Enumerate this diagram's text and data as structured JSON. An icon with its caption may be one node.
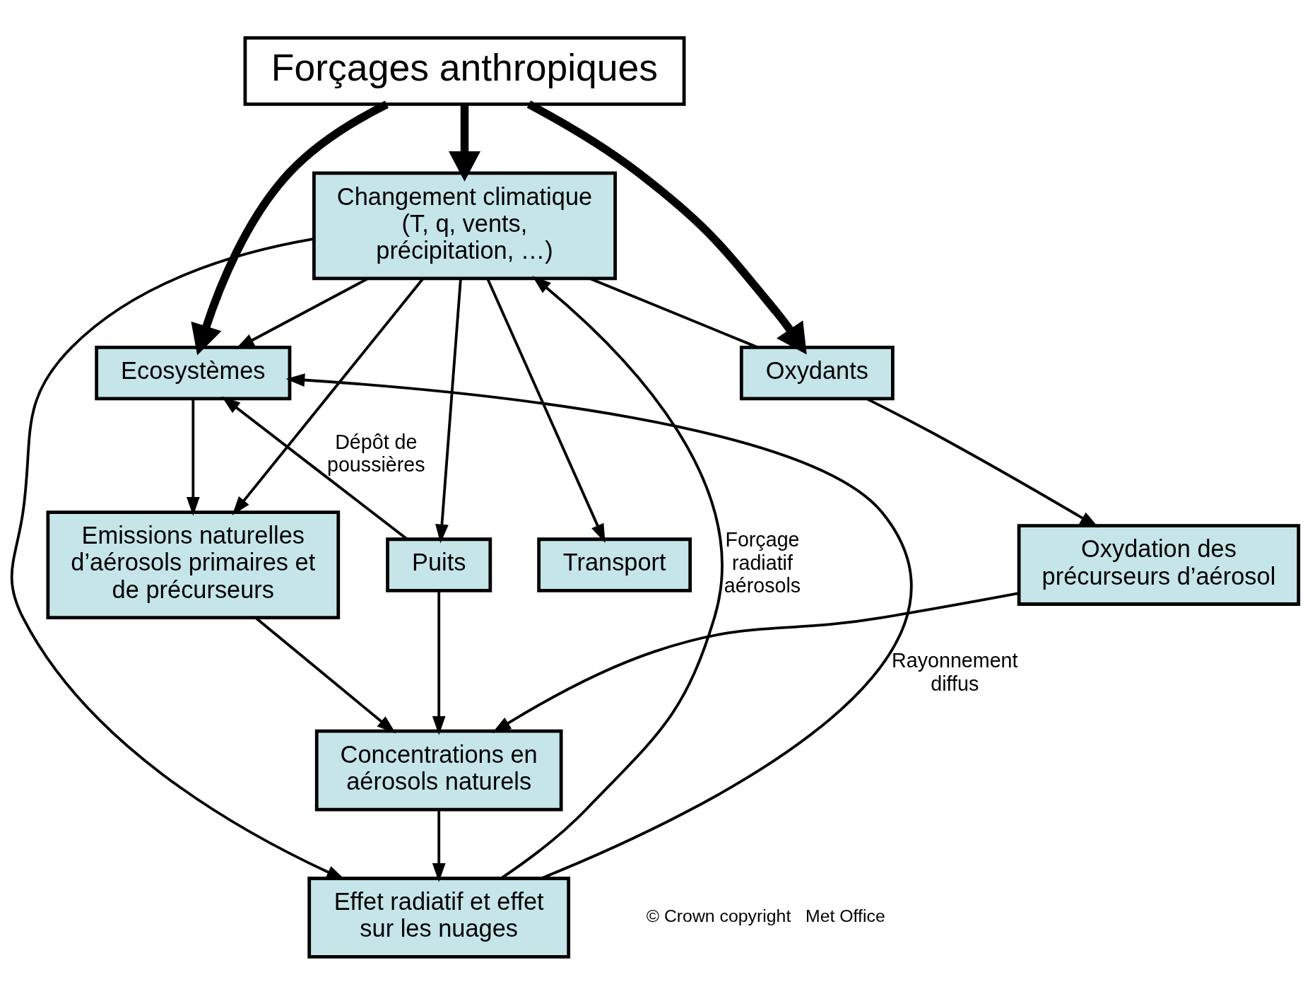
{
  "diagram": {
    "nodes": [
      {
        "text": [
          "Forçages anthropiques"
        ]
      },
      {
        "text": [
          "Changement climatique",
          "(T, q, vents, précipitation, …)"
        ]
      },
      {
        "text": [
          "Ecosystèmes"
        ]
      },
      {
        "text": [
          "Oxydants"
        ]
      },
      {
        "text": [
          "Emissions naturelles d’aérosols primaires et de précurseurs"
        ]
      },
      {
        "text": [
          "Oxydation des précurseurs d’aérosol"
        ]
      },
      {
        "text": [
          "Transport"
        ]
      },
      {
        "text": [
          "Puits"
        ]
      },
      {
        "text": [
          "Concentrations en aérosols naturels"
        ]
      },
      {
        "text": [
          "Effet radiatif et effet sur les nuages"
        ]
      }
    ],
    "edges": [
      {
        "from": 0,
        "to": 2,
        "arrow": "to",
        "style": "thick"
      },
      {
        "from": 0,
        "to": 3,
        "arrow": "to",
        "style": "thick"
      },
      {
        "from": 0,
        "to": 1,
        "arrow": "to",
        "style": "thick"
      },
      {
        "from": 1,
        "to": 2,
        "arrow": "to"
      },
      {
        "from": 1,
        "to": 4,
        "arrow": "to"
      },
      {
        "from": 1,
        "to": 3,
        "arrow": "none"
      },
      {
        "from": 1,
        "to": 6,
        "arrow": "to"
      },
      {
        "from": 1,
        "to": 7,
        "arrow": "to"
      },
      {
        "from": 1,
        "to": 9,
        "arrow": "to"
      },
      {
        "from": 9,
        "to": 1,
        "arrow": "to",
        "label": "Forçage radiatif aérosols"
      },
      {
        "from": 9,
        "to": 2,
        "arrow": "to",
        "label": "Rayonnement diffus"
      },
      {
        "from": 2,
        "to": 4,
        "arrow": "to"
      },
      {
        "from": 3,
        "to": 5,
        "arrow": "to"
      },
      {
        "from": 7,
        "to": 2,
        "arrow": "to",
        "label": "Dépôt de poussières"
      },
      {
        "from": 4,
        "to": 8,
        "arrow": "to"
      },
      {
        "from": 5,
        "to": 8,
        "arrow": "to"
      },
      {
        "from": 7,
        "to": 8,
        "arrow": "to"
      },
      {
        "from": 8,
        "to": 9,
        "arrow": "to"
      }
    ],
    "labels": [
      "© Crown copyright   Met Office"
    ]
  }
}
